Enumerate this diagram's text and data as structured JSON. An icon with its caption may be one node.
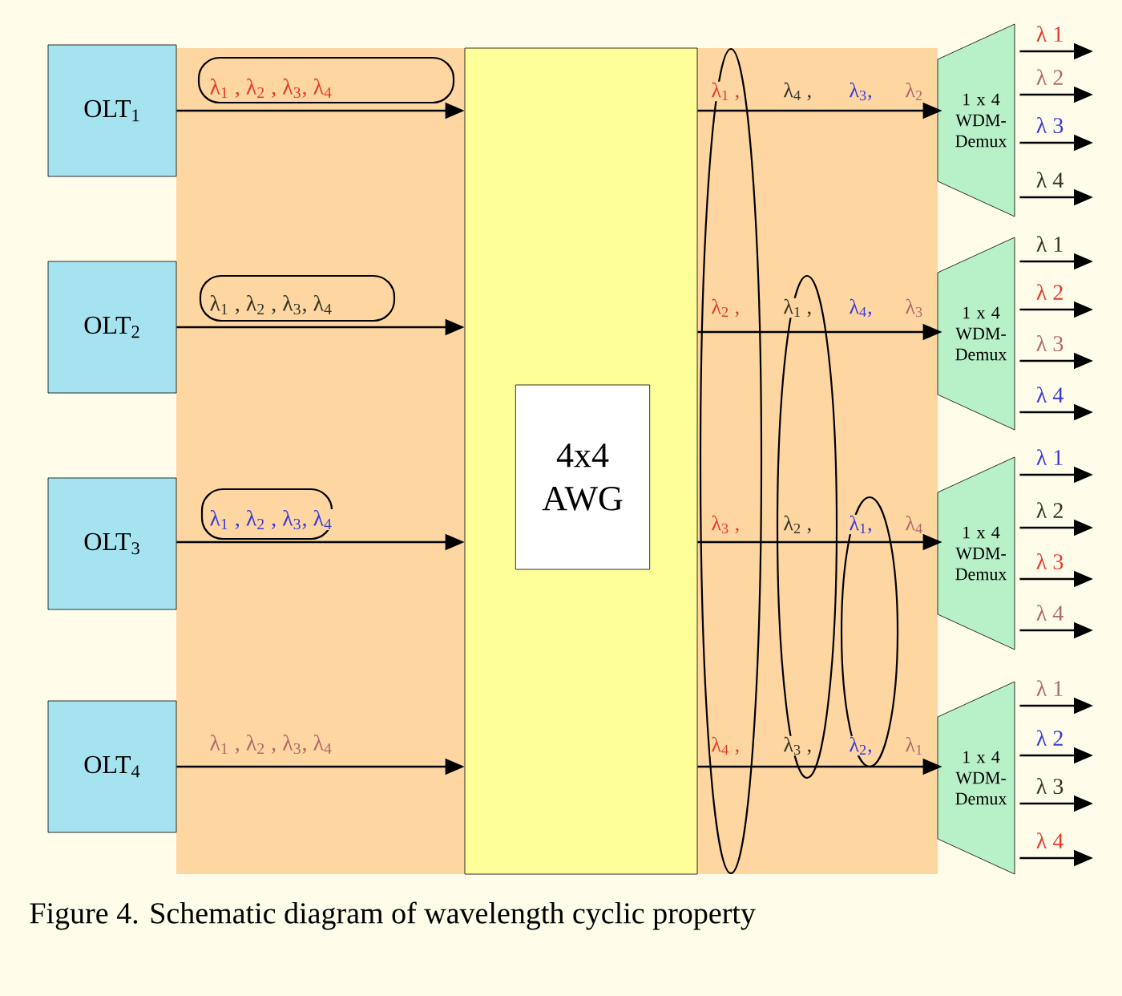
{
  "diagram": {
    "caption": "Figure 4. Schematic diagram of wavelength cyclic property",
    "nodes": [
      {
        "text": [
          "OLT$_{1}$"
        ]
      },
      {
        "text": [
          "OLT$_{2}$"
        ]
      },
      {
        "text": [
          "OLT$_{3}$"
        ]
      },
      {
        "text": [
          "OLT$_{4}$"
        ]
      },
      {
        "text": [],
        "shape": "box"
      },
      {
        "text": [
          "4x4 AWG"
        ],
        "in": 4
      },
      {
        "text": [
          "1 x 4 WDM-Demux"
        ]
      },
      {
        "text": [
          "1 x 4 WDM-Demux"
        ]
      },
      {
        "text": [
          "1 x 4 WDM-Demux"
        ]
      },
      {
        "text": [
          "1 x 4 WDM-Demux"
        ]
      }
    ],
    "edges": [
      {
        "from": 0,
        "to": 4,
        "arrow": "to",
        "label": "λ$_{1}$ , λ$_{2}$ , λ$_{3}$, λ$_{4}$"
      },
      {
        "from": 1,
        "to": 4,
        "arrow": "to",
        "label": "λ$_{1}$ , λ$_{2}$ , λ$_{3}$, λ$_{4}$"
      },
      {
        "from": 2,
        "to": 4,
        "arrow": "to",
        "label": "λ$_{1}$ , λ$_{2}$ , λ$_{3}$, λ$_{4}$"
      },
      {
        "from": 3,
        "to": 4,
        "arrow": "to",
        "label": "λ$_{1}$ , λ$_{2}$ , λ$_{3}$, λ$_{4}$"
      },
      {
        "from": 4,
        "to": 6,
        "arrow": "to"
      },
      {
        "from": 4,
        "to": 7,
        "arrow": "to"
      },
      {
        "from": 4,
        "to": 8,
        "arrow": "to"
      },
      {
        "from": 4,
        "to": 9,
        "arrow": "to"
      },
      {
        "from": 6,
        "to": null,
        "arrow": "to",
        "label": "λ 1"
      },
      {
        "from": 6,
        "to": null,
        "arrow": "to",
        "label": "λ 2"
      },
      {
        "from": 6,
        "to": null,
        "arrow": "to",
        "label": "λ 3"
      },
      {
        "from": 6,
        "to": null,
        "arrow": "to",
        "label": "λ 4"
      },
      {
        "from": 7,
        "to": null,
        "arrow": "to",
        "label": "λ 1"
      },
      {
        "from": 7,
        "to": null,
        "arrow": "to",
        "label": "λ 2"
      },
      {
        "from": 7,
        "to": null,
        "arrow": "to",
        "label": "λ 3"
      },
      {
        "from": 7,
        "to": null,
        "arrow": "to",
        "label": "λ 4"
      },
      {
        "from": 8,
        "to": null,
        "arrow": "to",
        "label": "λ 1"
      },
      {
        "from": 8,
        "to": null,
        "arrow": "to",
        "label": "λ 2"
      },
      {
        "from": 8,
        "to": null,
        "arrow": "to",
        "label": "λ 3"
      },
      {
        "from": 8,
        "to": null,
        "arrow": "to",
        "label": "λ 4"
      },
      {
        "from": 9,
        "to": null,
        "arrow": "to",
        "label": "λ 1"
      },
      {
        "from": 9,
        "to": null,
        "arrow": "to",
        "label": "λ 2"
      },
      {
        "from": 9,
        "to": null,
        "arrow": "to",
        "label": "λ 3"
      },
      {
        "from": 9,
        "to": null,
        "arrow": "to",
        "label": "λ 4"
      }
    ],
    "labels": [
      "λ$_{1}$ ,",
      "λ$_{4}$ ,",
      "λ$_{3}$,",
      "λ$_{2}$",
      "λ$_{2}$ ,",
      "λ$_{1}$ ,",
      "λ$_{4}$,",
      "λ$_{3}$",
      "λ$_{3}$ ,",
      "λ$_{2}$ ,",
      "λ$_{1}$,",
      "λ$_{4}$",
      "λ$_{4}$ ,",
      "λ$_{3}$ ,",
      "λ$_{2}$,",
      "λ$_{1}$"
    ]
  }
}
